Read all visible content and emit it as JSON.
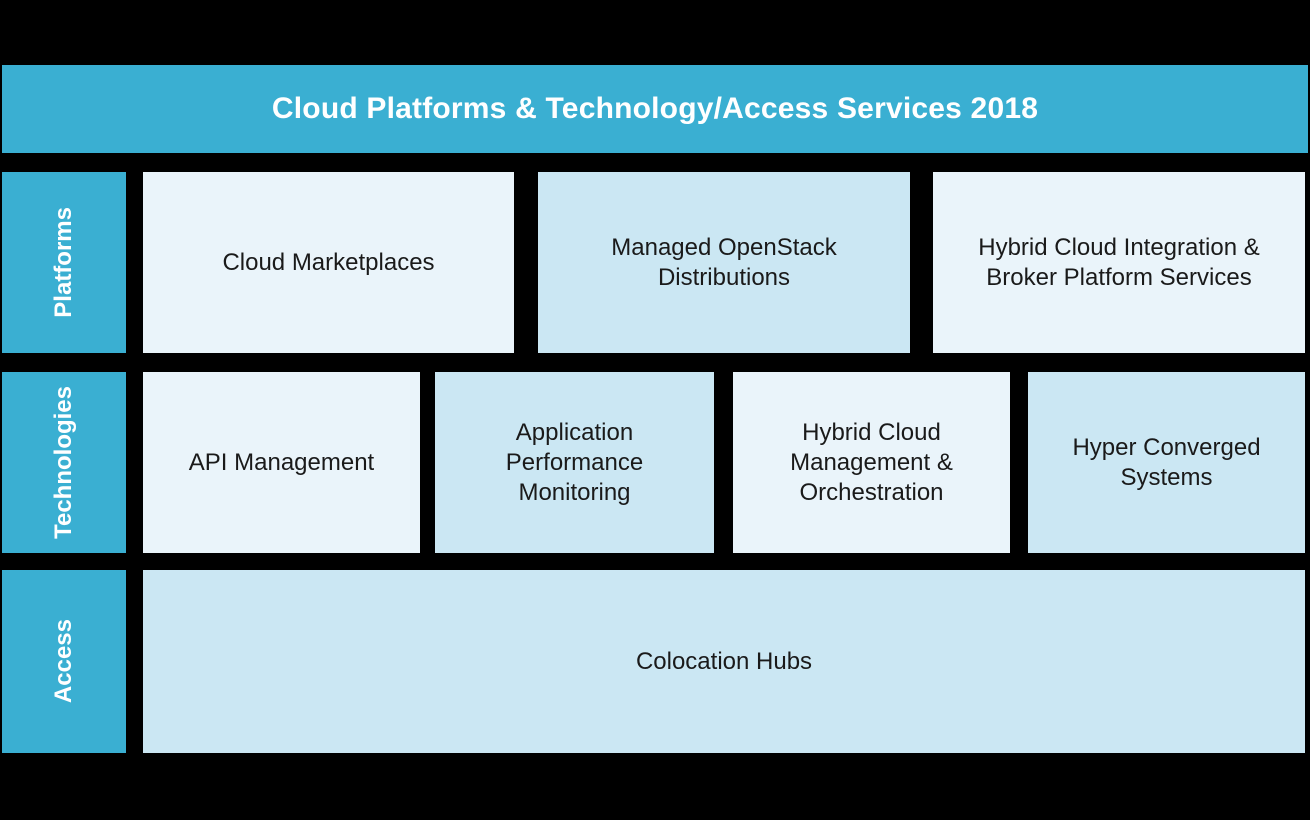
{
  "title": "Cloud Platforms & Technology/Access Services 2018",
  "colors": {
    "background": "#000000",
    "accent_blue": "#3AAFD2",
    "card_light": "#EAF4FA",
    "card_medium": "#CBE7F3",
    "title_text": "#FFFFFF",
    "card_text": "#1A1A1A"
  },
  "rows": [
    {
      "label": "Platforms",
      "cards": [
        {
          "label": "Cloud Marketplaces",
          "tone": "light"
        },
        {
          "label": "Managed OpenStack Distributions",
          "tone": "medium"
        },
        {
          "label": "Hybrid Cloud Integration & Broker Platform Services",
          "tone": "light"
        }
      ]
    },
    {
      "label": "Technologies",
      "cards": [
        {
          "label": "API Management",
          "tone": "light"
        },
        {
          "label": "Application Performance Monitoring",
          "tone": "medium"
        },
        {
          "label": "Hybrid Cloud Management & Orchestration",
          "tone": "light"
        },
        {
          "label": "Hyper Converged Systems",
          "tone": "medium"
        }
      ]
    },
    {
      "label": "Access",
      "cards": [
        {
          "label": "Colocation Hubs",
          "tone": "medium"
        }
      ]
    }
  ]
}
